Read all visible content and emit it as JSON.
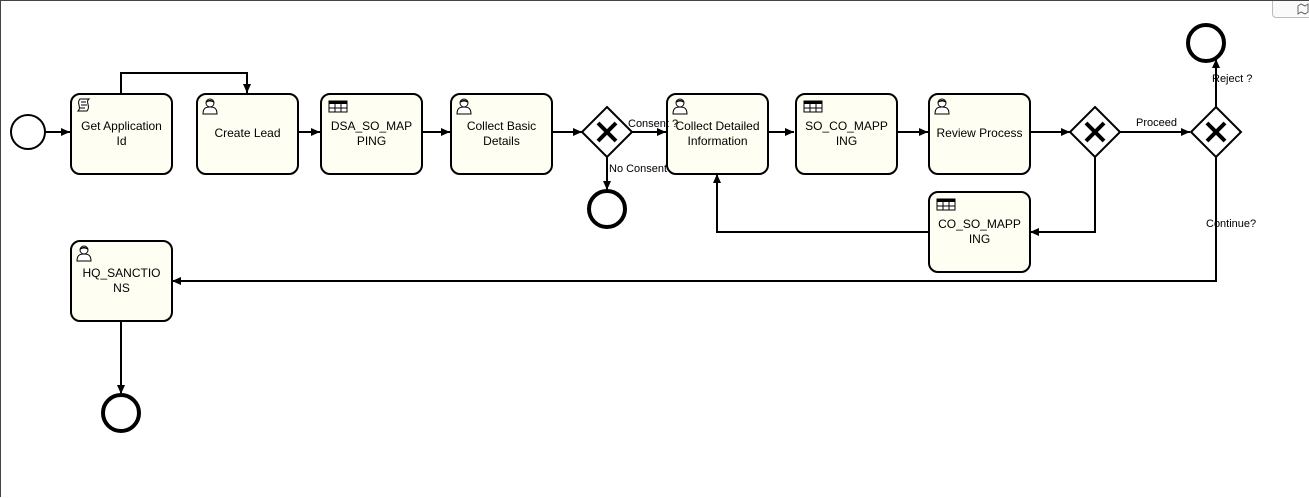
{
  "tasks": {
    "get_application_id": {
      "line1": "Get Application",
      "line2": "Id",
      "icon": "script-icon"
    },
    "create_lead": {
      "line1": "Create Lead",
      "icon": "user-icon"
    },
    "dsa_so_mapping": {
      "line1": "DSA_SO_MAP",
      "line2": "PING",
      "icon": "table-icon"
    },
    "collect_basic_details": {
      "line1": "Collect Basic",
      "line2": "Details",
      "icon": "user-icon"
    },
    "collect_detailed_information": {
      "line1": "Collect Detailed",
      "line2": "Information",
      "icon": "user-icon"
    },
    "so_co_mapping": {
      "line1": "SO_CO_MAPP",
      "line2": "ING",
      "icon": "table-icon"
    },
    "review_process": {
      "line1": "Review Process",
      "icon": "user-icon"
    },
    "co_so_mapping": {
      "line1": "CO_SO_MAPP",
      "line2": "ING",
      "icon": "table-icon"
    },
    "hq_sanctions": {
      "line1": "HQ_SANCTIO",
      "line2": "NS",
      "icon": "user-icon"
    }
  },
  "edge_labels": {
    "consent": "Consent ?",
    "no_consent": "No Consent",
    "proceed": "Proceed",
    "reject": "Reject ?",
    "continue": "Continue?"
  },
  "colors": {
    "task_fill": "#fffef2",
    "stroke": "#000000"
  }
}
